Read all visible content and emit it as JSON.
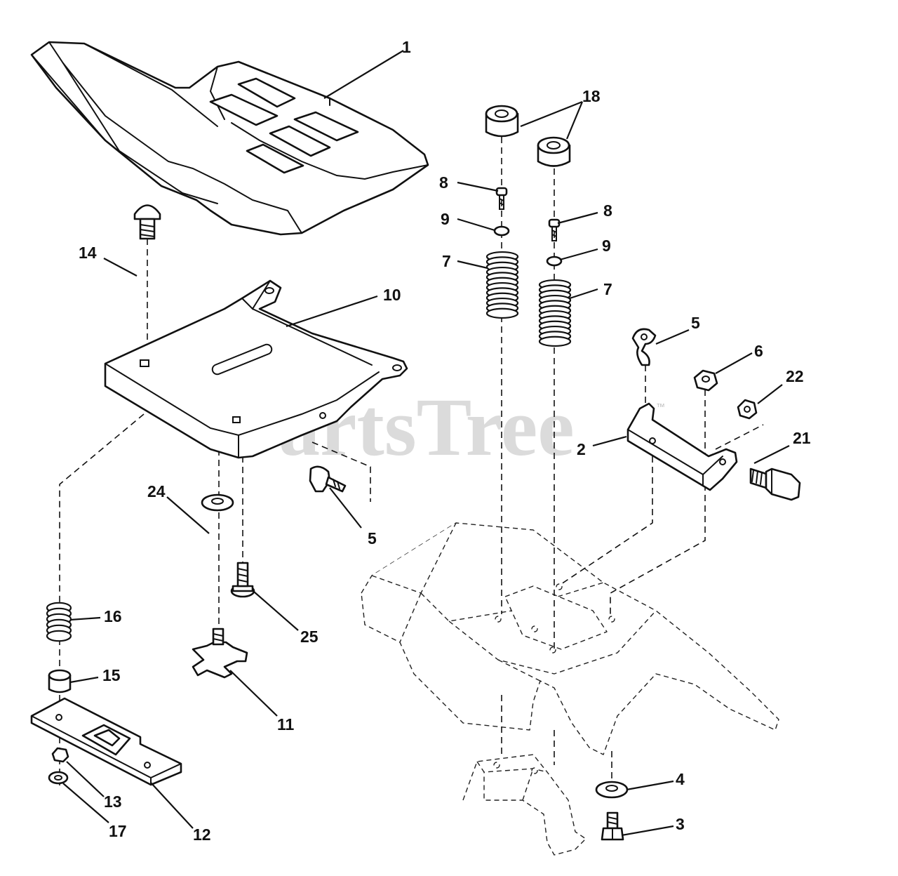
{
  "watermark": {
    "brand": "PartsTree",
    "trademark": "™"
  },
  "callouts": {
    "c1": "1",
    "c18": "18",
    "c8a": "8",
    "c8b": "8",
    "c9a": "9",
    "c9b": "9",
    "c7a": "7",
    "c7b": "7",
    "c14": "14",
    "c10": "10",
    "c5a": "5",
    "c6": "6",
    "c22": "22",
    "c2": "2",
    "c21": "21",
    "c24": "24",
    "c5b": "5",
    "c16": "16",
    "c25": "25",
    "c15": "15",
    "c11": "11",
    "c13": "13",
    "c17": "17",
    "c12": "12",
    "c4": "4",
    "c3": "3"
  },
  "parts": [
    {
      "callout": "1",
      "icon": "seat-icon"
    },
    {
      "callout": "2",
      "icon": "bracket-icon"
    },
    {
      "callout": "3",
      "icon": "bolt-icon"
    },
    {
      "callout": "4",
      "icon": "washer-icon"
    },
    {
      "callout": "5",
      "icon": "clip-icon"
    },
    {
      "callout": "6",
      "icon": "nut-icon"
    },
    {
      "callout": "7",
      "icon": "spring-icon"
    },
    {
      "callout": "8",
      "icon": "screw-icon"
    },
    {
      "callout": "9",
      "icon": "washer-icon"
    },
    {
      "callout": "10",
      "icon": "seat-pan-icon"
    },
    {
      "callout": "11",
      "icon": "knob-icon"
    },
    {
      "callout": "12",
      "icon": "bracket-icon"
    },
    {
      "callout": "13",
      "icon": "nut-icon"
    },
    {
      "callout": "14",
      "icon": "carriage-bolt-icon"
    },
    {
      "callout": "15",
      "icon": "spacer-icon"
    },
    {
      "callout": "16",
      "icon": "spring-icon"
    },
    {
      "callout": "17",
      "icon": "washer-icon"
    },
    {
      "callout": "18",
      "icon": "bumper-icon"
    },
    {
      "callout": "21",
      "icon": "bolt-icon"
    },
    {
      "callout": "22",
      "icon": "nut-icon"
    },
    {
      "callout": "24",
      "icon": "washer-icon"
    },
    {
      "callout": "25",
      "icon": "screw-icon"
    }
  ]
}
